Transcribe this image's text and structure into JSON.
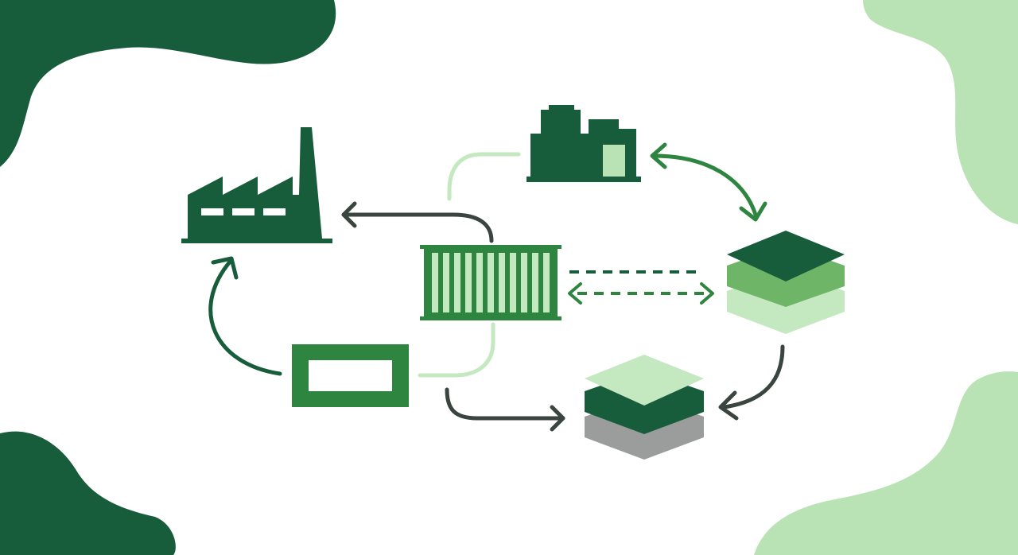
{
  "palette": {
    "dark_green": "#175c3b",
    "mid_green": "#2e8540",
    "soft_green": "#6fb567",
    "light_green": "#b9e3b4",
    "pale_green": "#c4e8bf",
    "charcoal": "#3b4540",
    "gray": "#9a9d9c",
    "background": "#ffffff"
  },
  "nodes": [
    {
      "id": "factory",
      "icon": "factory-icon"
    },
    {
      "id": "warehouse",
      "icon": "warehouse-icon"
    },
    {
      "id": "shipping-container",
      "icon": "shipping-container-icon"
    },
    {
      "id": "pallet",
      "icon": "pallet-icon"
    },
    {
      "id": "stack-upper",
      "icon": "layered-stack-icon"
    },
    {
      "id": "stack-lower",
      "icon": "layered-stack-icon"
    }
  ],
  "connections": [
    {
      "from": "shipping-container",
      "to": "factory",
      "style": "solid",
      "color": "charcoal"
    },
    {
      "from": "pallet",
      "to": "factory",
      "style": "solid",
      "color": "dark_green"
    },
    {
      "from": "warehouse",
      "to": "stack-upper",
      "style": "solid",
      "color": "mid_green",
      "bidirectional": true
    },
    {
      "from": "shipping-container",
      "to": "stack-upper",
      "style": "dashed",
      "color": "dark_green",
      "bidirectional": true
    },
    {
      "from": "stack-upper",
      "to": "stack-lower",
      "style": "solid",
      "color": "charcoal"
    },
    {
      "from": "pallet",
      "to": "stack-lower",
      "style": "solid",
      "color": "charcoal"
    },
    {
      "from": "warehouse",
      "to": "pallet",
      "style": "solid",
      "color": "light_green"
    }
  ]
}
